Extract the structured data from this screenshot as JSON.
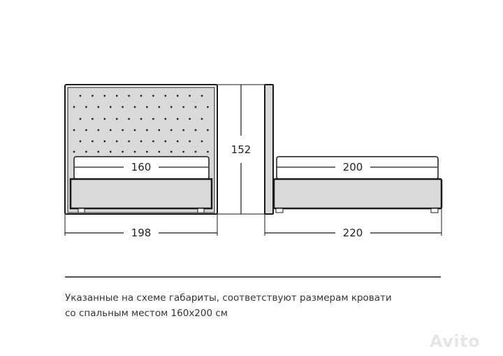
{
  "dimensions": {
    "mattress_width": "160",
    "overall_width": "198",
    "height": "152",
    "mattress_length": "200",
    "overall_length": "220"
  },
  "caption": {
    "line1": "Указанные на схеме габариты, соответствуют размерам кровати",
    "line2": "со спальным местом 160x200 см"
  },
  "watermark": "Avito",
  "colors": {
    "fill": "#d9d9d9",
    "stroke": "#1a1a1a"
  }
}
